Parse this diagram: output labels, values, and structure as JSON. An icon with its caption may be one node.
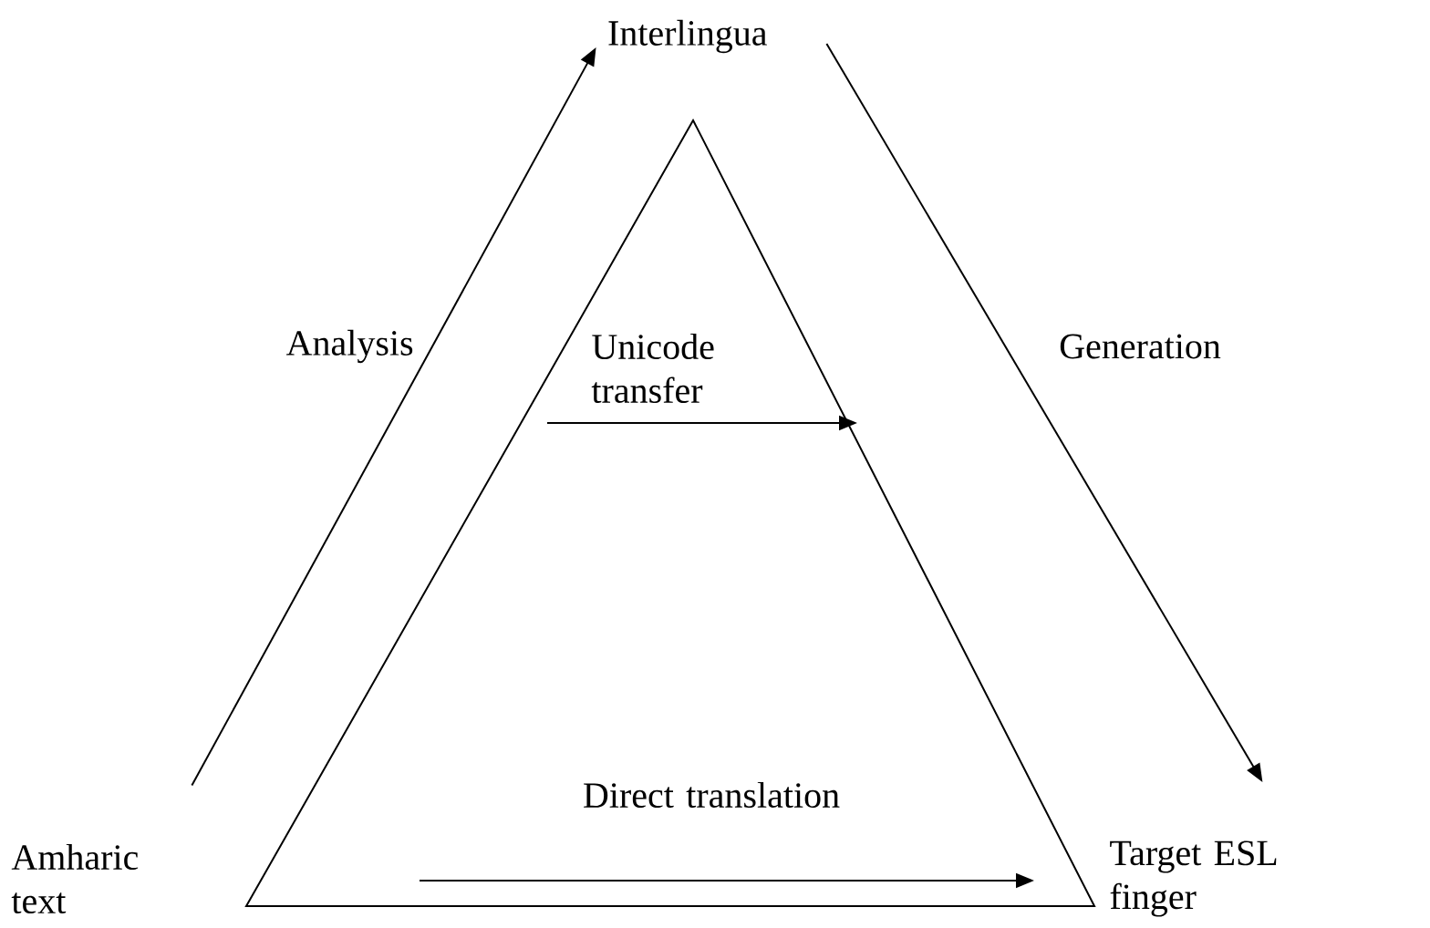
{
  "diagram": {
    "nodes": [
      {
        "text": [
          "Interlingua"
        ]
      },
      {
        "text": [
          "Amharic text"
        ]
      },
      {
        "text": [
          "Target ESL finger"
        ]
      }
    ],
    "edges": [
      {
        "from": 1,
        "to": 0,
        "arrow": "to",
        "label": "Analysis"
      },
      {
        "from": 0,
        "to": 2,
        "arrow": "to",
        "label": "Generation"
      }
    ],
    "labels": [
      "Unicode transfer",
      "Direct translation"
    ]
  }
}
